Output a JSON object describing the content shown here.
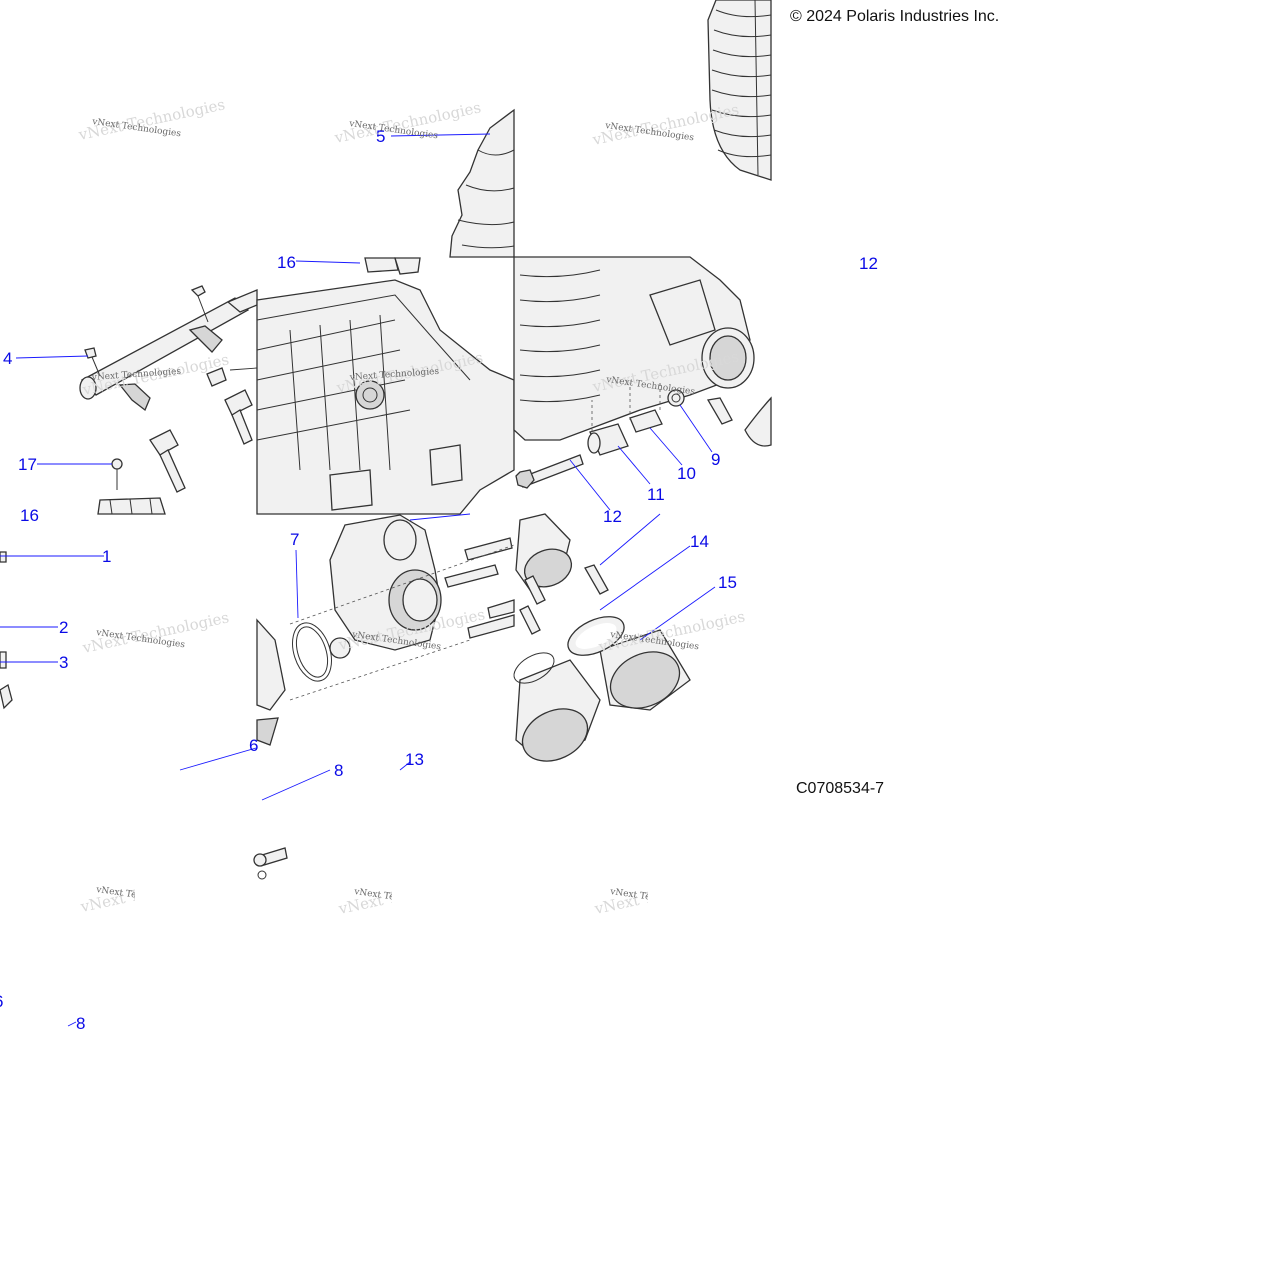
{
  "copyright": "© 2024 Polaris Industries Inc.",
  "figure_code": "C0708534-7",
  "watermark": "vNext Technologies",
  "callouts": {
    "c1": "1",
    "c2": "2",
    "c3": "3",
    "c4": "4",
    "c5": "5",
    "c6": "6",
    "c7": "7",
    "c8": "8",
    "c9": "9",
    "c10": "10",
    "c11": "11",
    "c12": "12",
    "c13": "13",
    "c14": "14",
    "c15": "15",
    "c16": "16",
    "c17": "17"
  },
  "colors": {
    "callout": "#0a0ae6",
    "leader": "#1a1aff",
    "line_art": "#333333"
  }
}
